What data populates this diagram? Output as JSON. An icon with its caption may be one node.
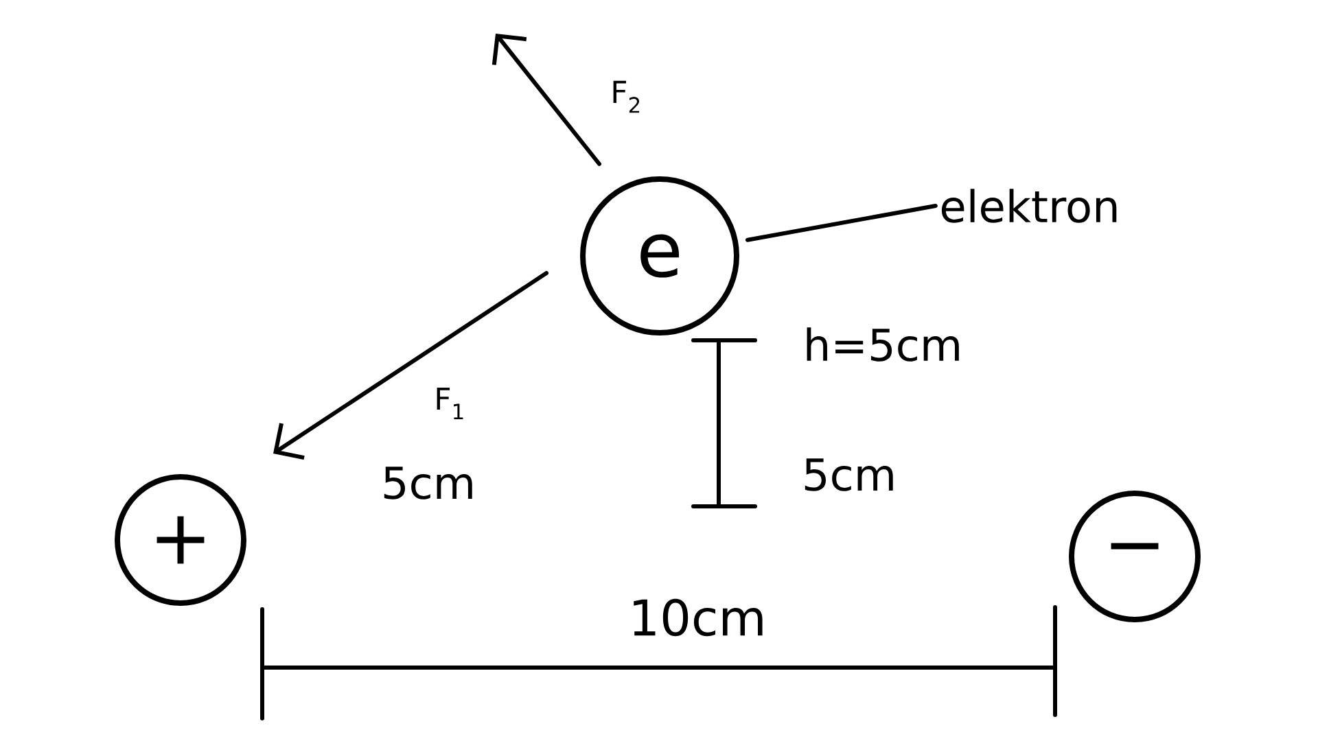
{
  "diagram": {
    "nodes": [
      {
        "text": [
          "e"
        ]
      },
      {
        "text": [
          "elektron"
        ]
      },
      {
        "text": [
          "+"
        ]
      },
      {
        "text": [
          "−"
        ]
      }
    ],
    "edges": [
      {
        "from": 1,
        "to": 0,
        "arrow": "none"
      }
    ],
    "labels": [
      "F$_{2}$",
      "F$_{1}$",
      "5cm",
      "h=5cm",
      "5cm",
      "10cm"
    ]
  }
}
